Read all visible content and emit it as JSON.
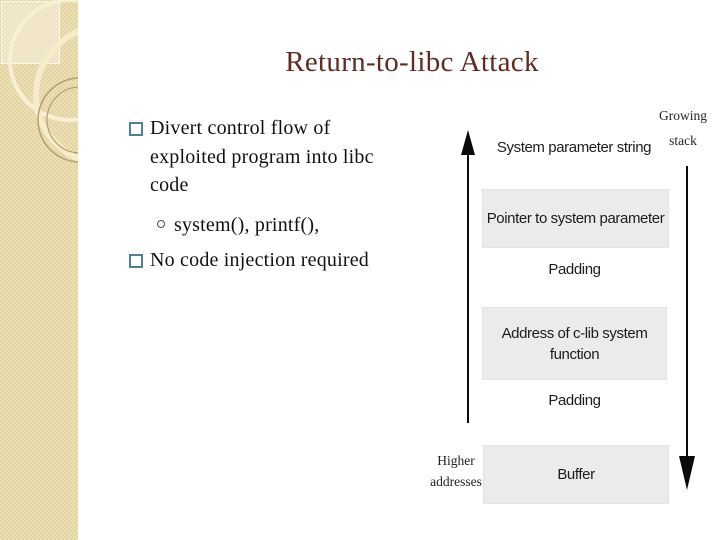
{
  "slide": {
    "title": "Return-to-libc Attack",
    "bullets": [
      {
        "lines": [
          "Divert control flow of",
          "exploited program into libc",
          "code"
        ]
      },
      {
        "lines": [
          "No code injection required"
        ]
      }
    ],
    "sub_bullet": "system(), printf(),"
  },
  "diagram": {
    "growing_stack": [
      "Growing",
      "stack"
    ],
    "higher_addresses": [
      "Higher",
      "addresses"
    ],
    "rows": [
      {
        "label": "System parameter string",
        "boxed": false
      },
      {
        "label": "Pointer to system parameter",
        "boxed": true
      },
      {
        "label": "Padding",
        "boxed": false
      },
      {
        "label": "Address of c-lib system function",
        "boxed": true
      },
      {
        "label": "Padding",
        "boxed": false
      },
      {
        "label": "Buffer",
        "boxed": true
      }
    ]
  },
  "colors": {
    "title_text": "#5f2c21",
    "bullet_square": "#4e8290",
    "sidebar_beige": "#e8dbb0",
    "stack_box_fill": "#ebebeb",
    "arrow": "#0b0b0b"
  }
}
